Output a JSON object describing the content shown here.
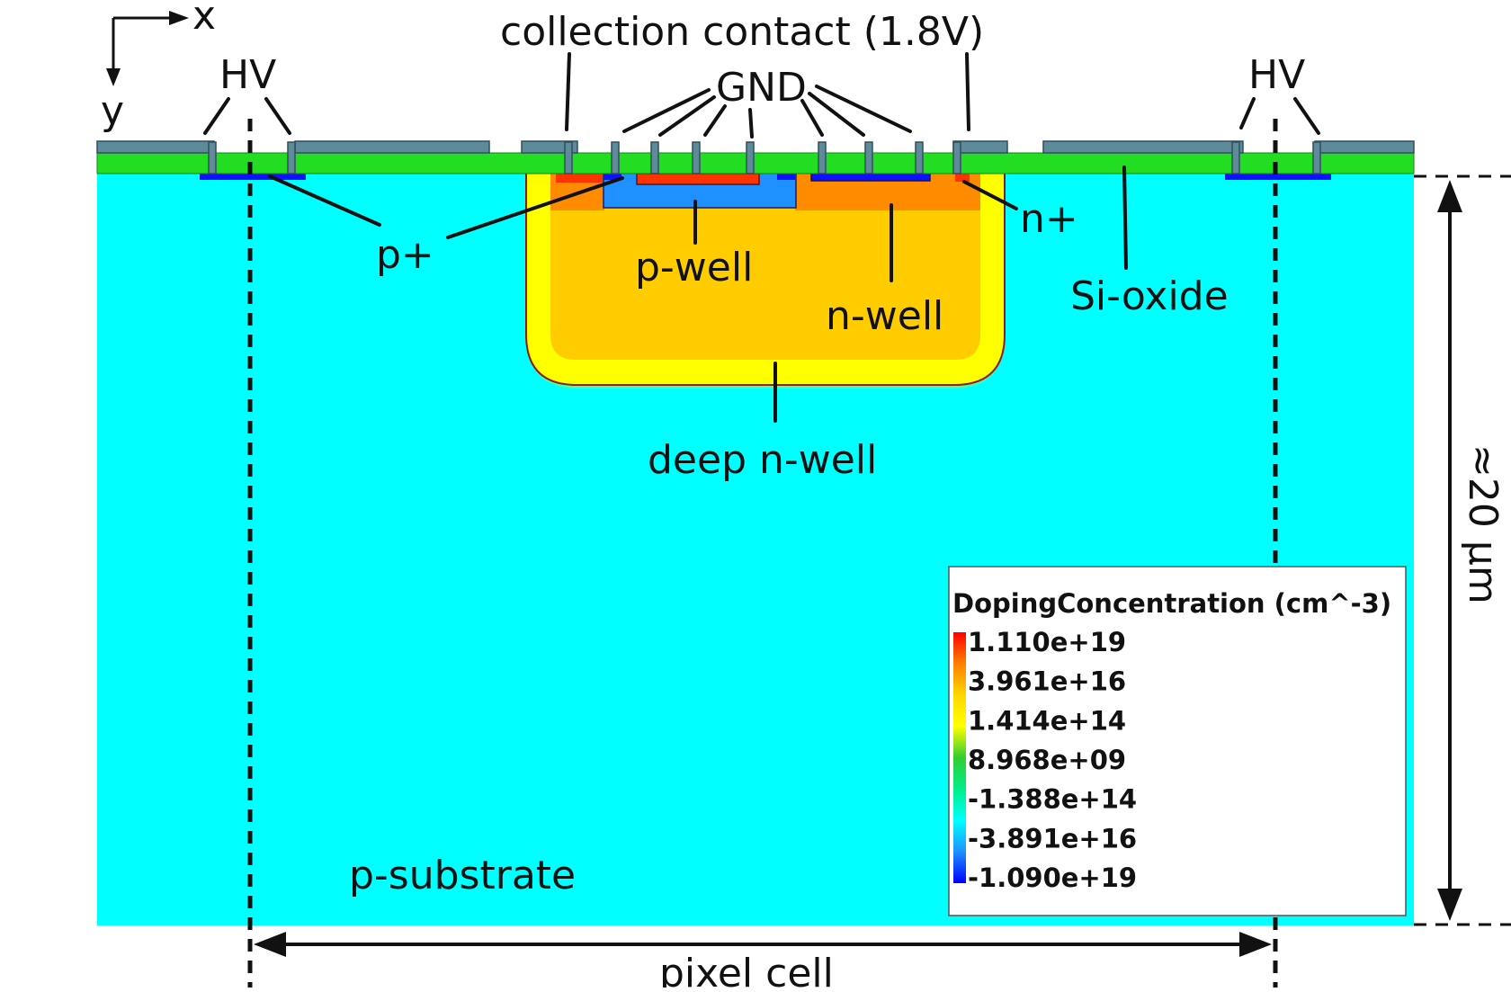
{
  "axes": {
    "x_label": "x",
    "y_label": "y"
  },
  "labels": {
    "hv_left": "HV",
    "hv_right": "HV",
    "collection_contact": "collection contact (1.8V)",
    "gnd": "GND",
    "p_plus": "p+",
    "n_plus": "n+",
    "p_well": "p-well",
    "n_well": "n-well",
    "deep_n_well": "deep n-well",
    "si_oxide": "Si-oxide",
    "p_substrate": "p-substrate",
    "pixel_cell": "pixel cell",
    "depth": "≈20 µm"
  },
  "legend": {
    "title": "DopingConcentration (cm^-3)",
    "ticks": [
      "1.110e+19",
      "3.961e+16",
      "1.414e+14",
      "8.968e+09",
      "-1.388e+14",
      "-3.891e+16",
      "-1.090e+19"
    ],
    "gradient": [
      "#ff0000",
      "#ff8000",
      "#ffd700",
      "#ffff00",
      "#32cd32",
      "#00ee88",
      "#00ffff",
      "#1e90ff",
      "#0000ff"
    ]
  },
  "colors": {
    "substrate": "#00ffff",
    "oxide": "#22dd22",
    "metal": "#5f8a9a",
    "deep_n_well": "#ffcc00",
    "deep_n_well_edge": "#ffff00",
    "n_well": "#ff8c00",
    "p_well": "#1e90ff",
    "n_plus": "#ff3300",
    "p_plus": "#1010ff"
  }
}
